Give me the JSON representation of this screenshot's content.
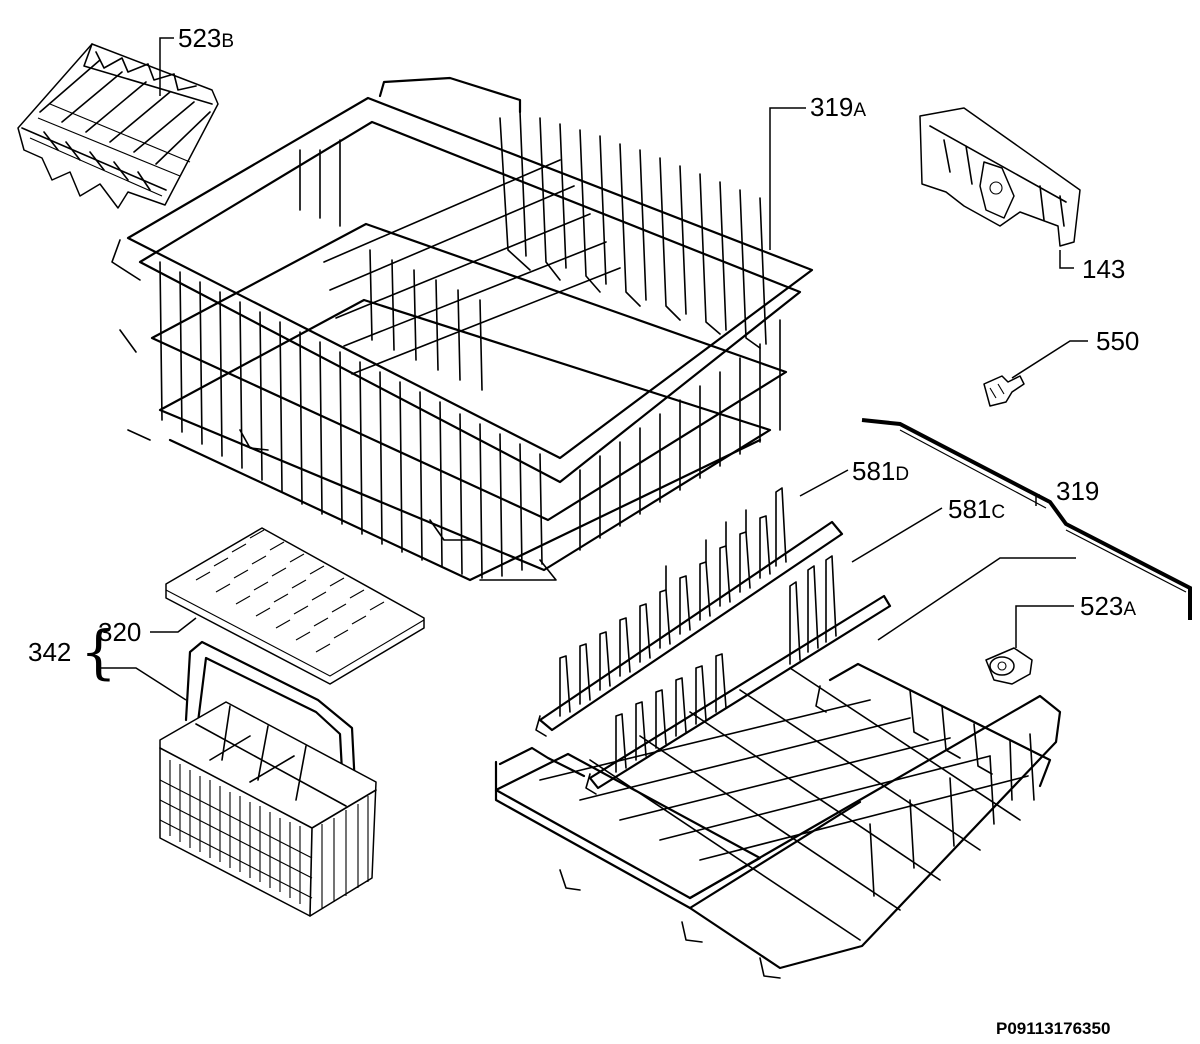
{
  "labels": {
    "l523b": {
      "num": "523",
      "suffix": "B"
    },
    "l319a": {
      "num": "319",
      "suffix": "A"
    },
    "l143": "143",
    "l550": "550",
    "l319": "319",
    "l581d": {
      "num": "581",
      "suffix": "D"
    },
    "l581c": {
      "num": "581",
      "suffix": "C"
    },
    "l523a": {
      "num": "523",
      "suffix": "A"
    },
    "l320": "320",
    "l342": "342"
  },
  "reference_code": "P09113176350"
}
